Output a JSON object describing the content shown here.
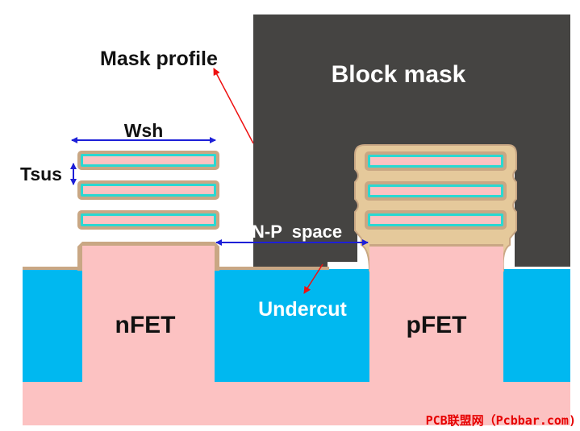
{
  "labels": {
    "mask_profile": "Mask profile",
    "block_mask": "Block mask",
    "wsh": "Wsh",
    "tsus": "Tsus",
    "np_space": "N-P  space",
    "undercut": "Undercut",
    "nfet": "nFET",
    "pfet": "pFET",
    "watermark": "PCB联盟网（Pcbbar.com)"
  },
  "colors": {
    "background": "#ffffff",
    "block_mask": "#454442",
    "substrate": "#fcc2c2",
    "oxide": "#00b8f0",
    "liner": "#c9a784",
    "liner_thick": "#e5c99b",
    "sheet_edge": "#2ad8d2",
    "dimension_arrow": "#1d1fd8",
    "pointer_arrow": "#ee1010",
    "text_dark": "#111111",
    "text_light": "#ffffff",
    "watermark": "#e60000"
  }
}
